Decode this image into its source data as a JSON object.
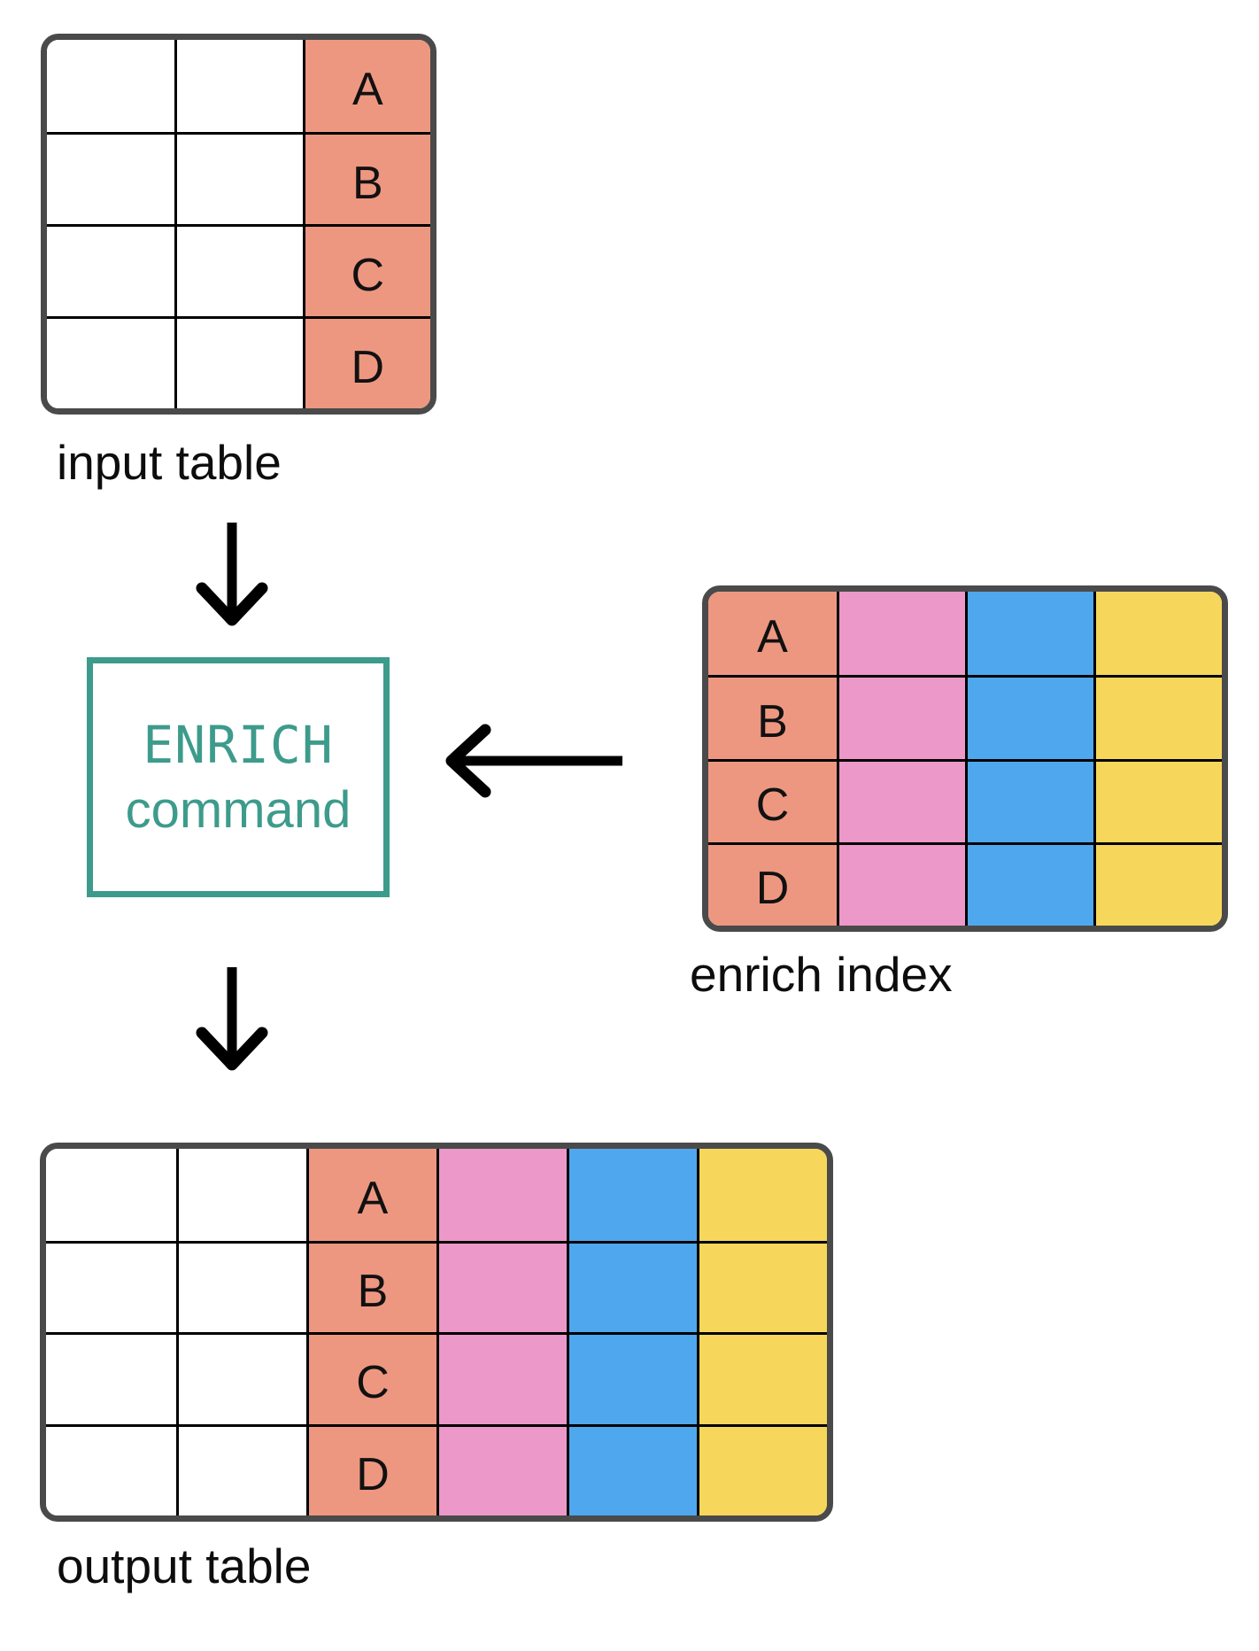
{
  "colors": {
    "table_border": "#4a4a4a",
    "grid_line": "#000000",
    "salmon": "#ed9781",
    "pink": "#ec98c8",
    "blue": "#4fa7ed",
    "yellow": "#f6d75b",
    "white": "#ffffff",
    "teal": "#3d9b8c",
    "arrow_black": "#000000",
    "label_text": "#0d0d0d"
  },
  "enrich_box": {
    "line1": "ENRICH",
    "line2": "command"
  },
  "tables": [
    {
      "id": "input",
      "label": "input table",
      "rows": 4,
      "key_values": [
        "A",
        "B",
        "C",
        "D"
      ],
      "columns": [
        {
          "fill": "white",
          "letters": false
        },
        {
          "fill": "white",
          "letters": false
        },
        {
          "fill": "salmon",
          "letters": true
        }
      ]
    },
    {
      "id": "enrich_index",
      "label": "enrich index",
      "rows": 4,
      "key_values": [
        "A",
        "B",
        "C",
        "D"
      ],
      "columns": [
        {
          "fill": "salmon",
          "letters": true
        },
        {
          "fill": "pink",
          "letters": false
        },
        {
          "fill": "blue",
          "letters": false
        },
        {
          "fill": "yellow",
          "letters": false
        }
      ]
    },
    {
      "id": "output",
      "label": "output table",
      "rows": 4,
      "key_values": [
        "A",
        "B",
        "C",
        "D"
      ],
      "columns": [
        {
          "fill": "white",
          "letters": false
        },
        {
          "fill": "white",
          "letters": false
        },
        {
          "fill": "salmon",
          "letters": true
        },
        {
          "fill": "pink",
          "letters": false
        },
        {
          "fill": "blue",
          "letters": false
        },
        {
          "fill": "yellow",
          "letters": false
        }
      ]
    }
  ],
  "arrows": [
    {
      "id": "input-to-enrich-command",
      "direction": "down"
    },
    {
      "id": "enrich-index-to-enrich-command",
      "direction": "left"
    },
    {
      "id": "enrich-command-to-output",
      "direction": "down"
    }
  ]
}
